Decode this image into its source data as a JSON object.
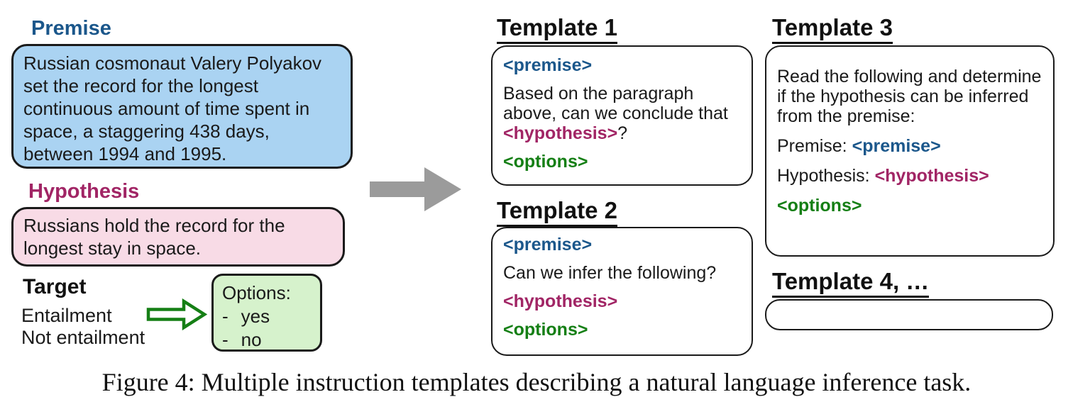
{
  "colors": {
    "premise_accent": "#1b578b",
    "hypothesis_accent": "#a12565",
    "options_accent": "#157f15",
    "premise_box_fill": "#aad3f2",
    "hypothesis_box_fill": "#f8dbe6",
    "options_box_fill": "#d6f2cc",
    "flow_arrow_gray": "#9b9b9b"
  },
  "premise": {
    "label": "Premise",
    "text": "Russian cosmonaut Valery Polyakov set the record for the longest continuous amount of time spent in space, a staggering 438 days, between 1994 and 1995."
  },
  "hypothesis": {
    "label": "Hypothesis",
    "text": "Russians hold the record for the longest stay in space."
  },
  "target": {
    "label": "Target",
    "values": [
      "Entailment",
      "Not entailment"
    ],
    "options_box": {
      "title": "Options:",
      "bullet": "-",
      "items": [
        "yes",
        "no"
      ]
    }
  },
  "tokens": {
    "premise": "<premise>",
    "hypothesis": "<hypothesis>",
    "options": "<options>"
  },
  "templates": {
    "t1": {
      "title": "Template 1",
      "question_prefix": "Based on the paragraph above, can we conclude that ",
      "question_suffix": "?"
    },
    "t2": {
      "title": "Template 2",
      "question": "Can we infer the following?"
    },
    "t3": {
      "title": "Template 3",
      "instruction": "Read the following and determine if the hypothesis can be inferred from the premise:",
      "premise_label": "Premise: ",
      "hypothesis_label": "Hypothesis: "
    },
    "t4": {
      "title": "Template 4, …"
    }
  },
  "caption": "Figure 4: Multiple instruction templates describing a natural language inference task."
}
